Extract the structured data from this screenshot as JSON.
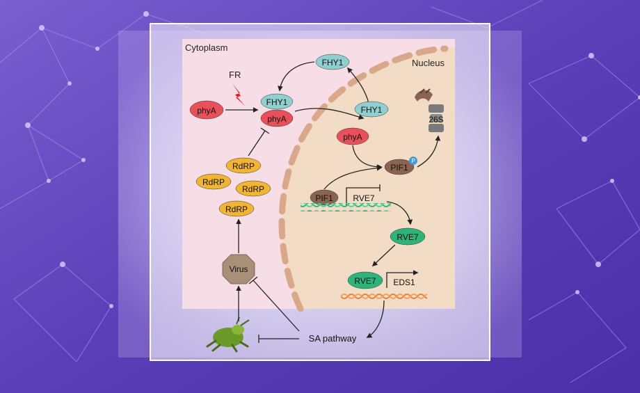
{
  "compartments": {
    "cytoplasm": "Cytoplasm",
    "nucleus": "Nucleus"
  },
  "labels": {
    "fr": "FR",
    "phyA_free": "phyA",
    "phyA_bound": "phyA",
    "phyA_nucleus": "phyA",
    "fhy1_bound": "FHY1",
    "fhy1_top": "FHY1",
    "fhy1_nucleus": "FHY1",
    "rdrp_1": "RdRP",
    "rdrp_2": "RdRP",
    "rdrp_3": "RdRP",
    "rdrp_4": "RdRP",
    "virus": "Virus",
    "pif1_phos": "PIF1",
    "phospho": "P",
    "proteasome": "26S",
    "pif1_gene": "PIF1",
    "rve7_gene": "RVE7",
    "rve7_protein": "RVE7",
    "rve7_bound": "RVE7",
    "eds1_gene": "EDS1",
    "sa_pathway": "SA pathway"
  },
  "colors": {
    "background": "#5a3fb8",
    "phyA": "#e8505a",
    "fhy1": "#8fcfcf",
    "rdrp": "#f2b533",
    "pif1": "#8a6450",
    "rve7": "#2fb37a",
    "virus": "#a89078",
    "nucleus": "#f3dcc6",
    "cytoplasm": "#f6dde6",
    "envelope": "#d9a88a",
    "fr_arrow": "#e02020"
  }
}
